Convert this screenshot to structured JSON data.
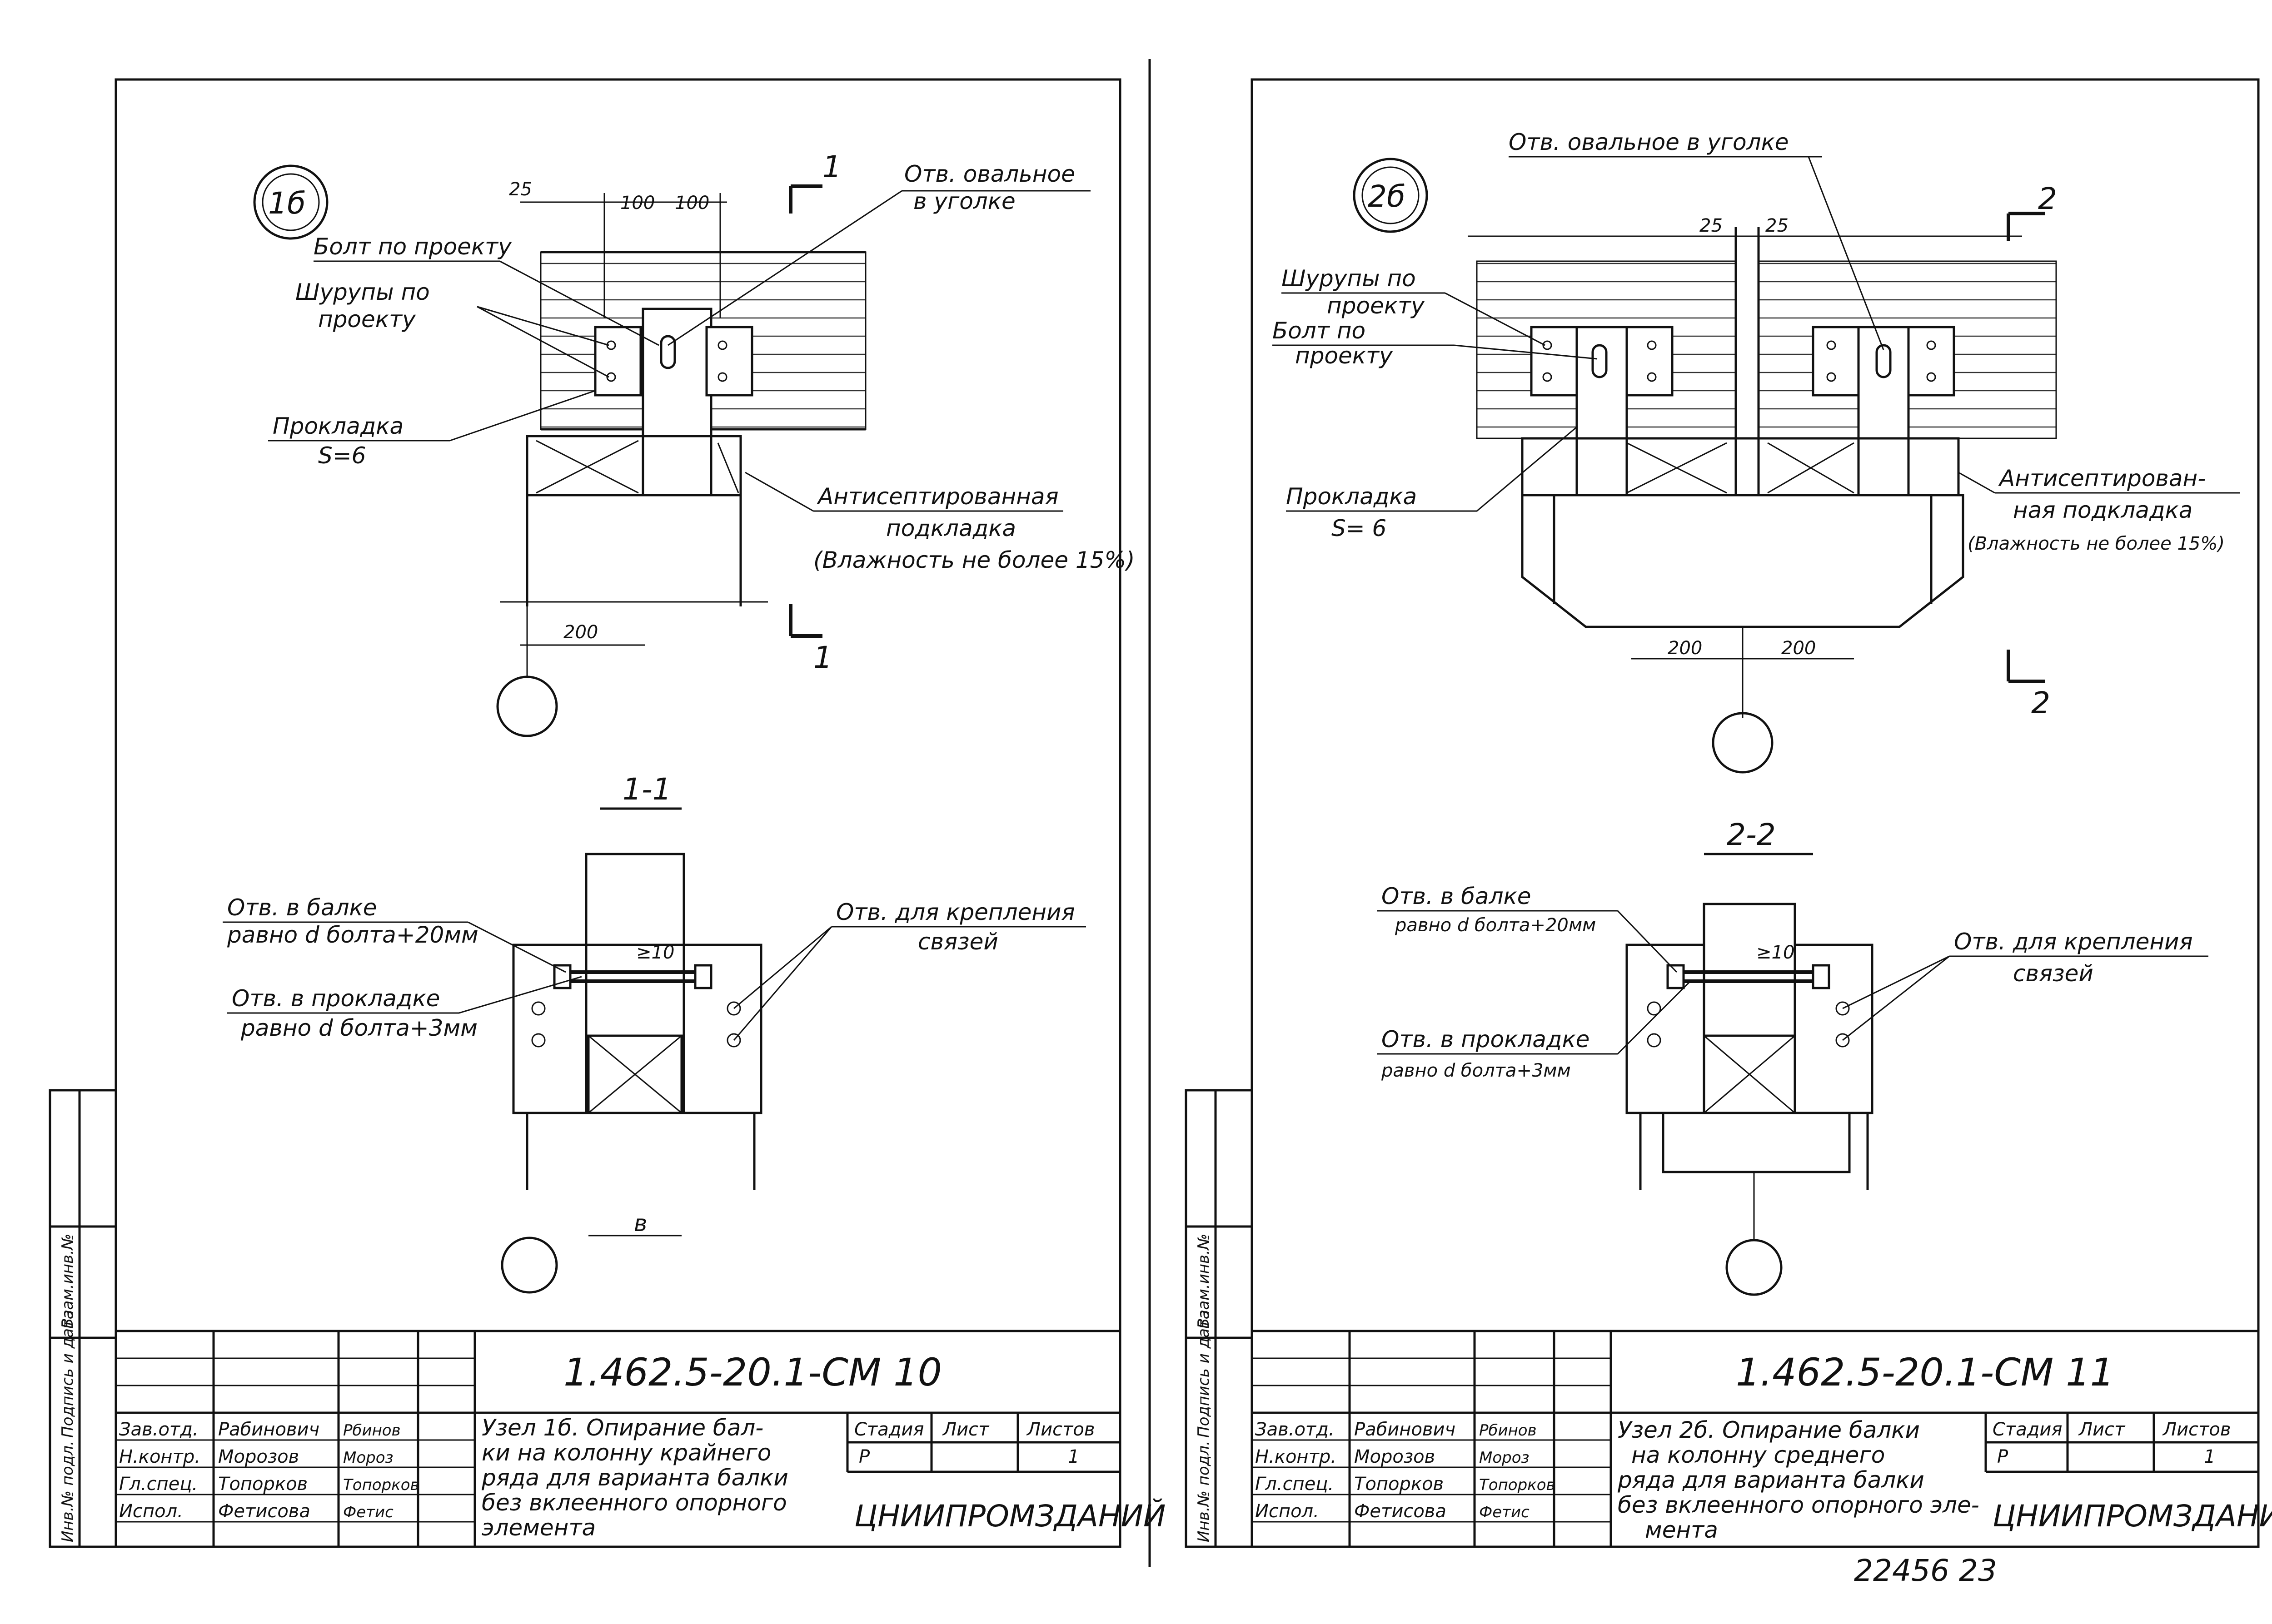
{
  "sheet_left": {
    "node_id": "1б",
    "section_label": "1-1",
    "cut_mark": "1",
    "labels": {
      "bolt": "Болт по проекту",
      "screws_1": "Шурупы по",
      "screws_2": "проекту",
      "pad_1": "Прокладка",
      "pad_2": "S=6",
      "oval_hole_1": "Отв. овальное",
      "oval_hole_2": "в уголке",
      "antiseptic_1": "Антисептированная",
      "antiseptic_2": "подкладка",
      "antiseptic_3": "(Влажность не более 15%)",
      "hole_beam_1": "Отв. в балке",
      "hole_beam_2": "равно d болта+20мм",
      "hole_pad_1": "Отв. в прокладке",
      "hole_pad_2": "равно  d болта+3мм",
      "hole_ties_1": "Отв. для крепления",
      "hole_ties_2": "связей",
      "gap": "≥10",
      "width_b": "в"
    },
    "dims": {
      "d25": "25",
      "d100a": "100",
      "d100b": "100",
      "d200": "200"
    },
    "title_block": {
      "code": "1.462.5-20.1-СМ 10",
      "title_1": "Узел 1б. Опирание бал-",
      "title_2": "ки на колонну крайнего",
      "title_3": "ряда для варианта балки",
      "title_4": "без вклеенного опорного",
      "title_5": "элемента",
      "stage_h": "Стадия",
      "sheet_h": "Лист",
      "sheets_h": "Листов",
      "stage": "Р",
      "sheets": "1",
      "org": "ЦНИИПРОМЗДАНИЙ",
      "roles": [
        "Зав.отд.",
        "Н.контр.",
        "Гл.спец.",
        "Испол."
      ],
      "names": [
        "Рабинович",
        "Морозов",
        "Топорков",
        "Фетисова"
      ],
      "signs": [
        "Рбинов",
        "Мороз",
        "Топорков",
        "Фетис"
      ],
      "side": [
        "Инв.№ подл.",
        "Подпись и дата",
        "Взам.инв.№"
      ]
    }
  },
  "sheet_right": {
    "node_id": "2б",
    "section_label": "2-2",
    "cut_mark": "2",
    "labels": {
      "oval_hole": "Отв. овальное в уголке",
      "screws_1": "Шурупы по",
      "screws_2": "проекту",
      "bolt_1": "Болт по",
      "bolt_2": "проекту",
      "pad_1": "Прокладка",
      "pad_2": "S= 6",
      "antiseptic_1": "Антисептирован-",
      "antiseptic_2": "ная подкладка",
      "antiseptic_3": "(Влажность не более 15%)",
      "hole_beam_1": "Отв. в балке",
      "hole_beam_2": "равно d болта+20мм",
      "hole_pad_1": "Отв. в прокладке",
      "hole_pad_2": "равно d болта+3мм",
      "hole_ties_1": "Отв. для крепления",
      "hole_ties_2": "связей",
      "gap": "≥10"
    },
    "dims": {
      "d25a": "25",
      "d25b": "25",
      "d200a": "200",
      "d200b": "200"
    },
    "title_block": {
      "code": "1.462.5-20.1-СМ 11",
      "title_1": "Узел 2б. Опирание балки",
      "title_2": "на колонну среднего",
      "title_3": "ряда для варианта балки",
      "title_4": "без вклеенного опорного эле-",
      "title_5": "мента",
      "stage_h": "Стадия",
      "sheet_h": "Лист",
      "sheets_h": "Листов",
      "stage": "Р",
      "sheets": "1",
      "org": "ЦНИИПРОМЗДАНИЙ",
      "roles": [
        "Зав.отд.",
        "Н.контр.",
        "Гл.спец.",
        "Испол."
      ],
      "names": [
        "Рабинович",
        "Морозов",
        "Топорков",
        "Фетисова"
      ],
      "signs": [
        "Рбинов",
        "Мороз",
        "Топорков",
        "Фетис"
      ],
      "side": [
        "Инв.№ подл.",
        "Подпись и дата",
        "Взам.инв.№"
      ]
    },
    "page_number": "22456  23"
  }
}
